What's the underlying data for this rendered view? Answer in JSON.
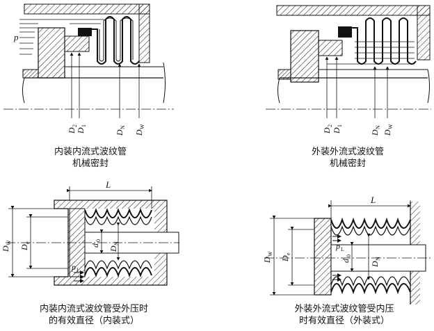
{
  "panels": [
    {
      "caption_line1": "内装内流式波纹管",
      "caption_line2": "机械密封",
      "labels": {
        "p": "p",
        "D2": "D",
        "D2_sub": "2",
        "D1": "D",
        "D1_sub": "1",
        "DN": "D",
        "DN_sub": "N",
        "DW": "D",
        "DW_sub": "W"
      }
    },
    {
      "caption_line1": "外装外流式波纹管",
      "caption_line2": "机械密封",
      "labels": {
        "D2": "D",
        "D2_sub": "2",
        "D1": "D",
        "D1_sub": "1",
        "DN": "D",
        "DN_sub": "N",
        "DW": "D",
        "DW_sub": "W"
      }
    },
    {
      "caption_line1": "内装内流式波纹管受外压时",
      "caption_line2": "的有效直径（内装式）",
      "labels": {
        "L": "L",
        "DW": "D",
        "DW_sub": "W",
        "De": "D",
        "De_sub": "e",
        "d0": "d",
        "d0_sub": "0",
        "DN": "D",
        "DN_sub": "N",
        "pL": "p",
        "pL_sub": "L"
      }
    },
    {
      "caption_line1": "外装外流式波纹管受内压",
      "caption_line2": "时有效直径（外装式）",
      "labels": {
        "L": "L",
        "DW": "D",
        "DW_sub": "W",
        "De": "D",
        "De_sub": "e",
        "d0": "d",
        "d0_sub": "0",
        "DN": "D",
        "DN_sub": "N",
        "pL": "p",
        "pL_sub": "L"
      }
    }
  ]
}
